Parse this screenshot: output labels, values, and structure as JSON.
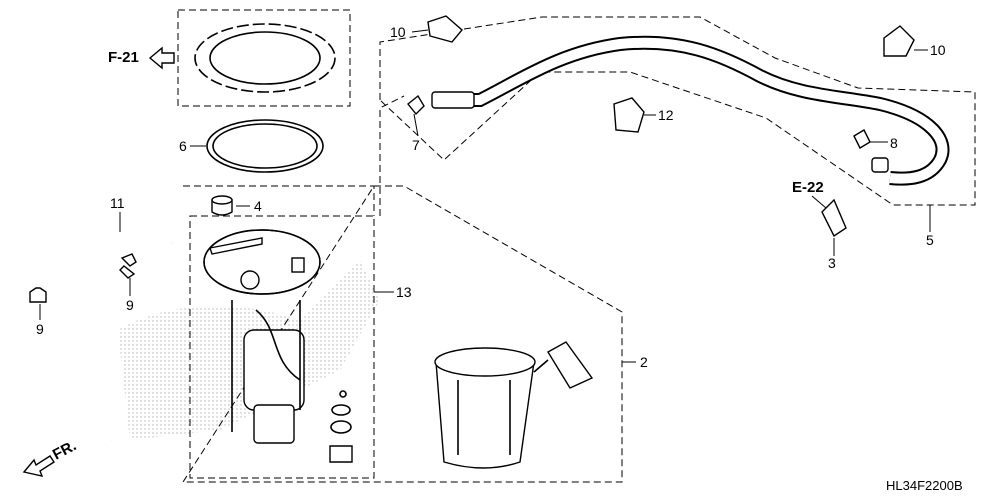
{
  "diagram_code": "HL34F2200B",
  "refs": {
    "f21": "F-21",
    "e22": "E-22",
    "fr": "FR."
  },
  "callouts": {
    "c1": "10",
    "c2": "10",
    "c3": "12",
    "c4": "7",
    "c5": "8",
    "c6": "6",
    "c7": "4",
    "c8": "11",
    "c9": "9",
    "c10": "9",
    "c11": "13",
    "c12": "3",
    "c13": "5",
    "c14": "2"
  }
}
